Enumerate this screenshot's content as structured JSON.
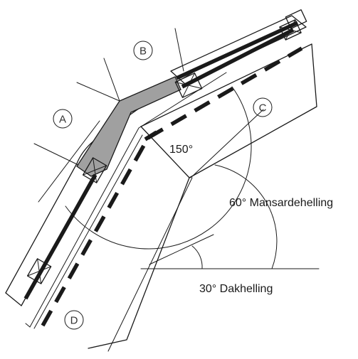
{
  "labels": {
    "a": "A",
    "b": "B",
    "c": "C",
    "d": "D",
    "angle_150": "150°",
    "mansard": "60° Mansardehelling",
    "roof": "30° Dakhelling"
  },
  "colors": {
    "line": "#1a1a1a",
    "highlight": "#a0a0a0"
  }
}
